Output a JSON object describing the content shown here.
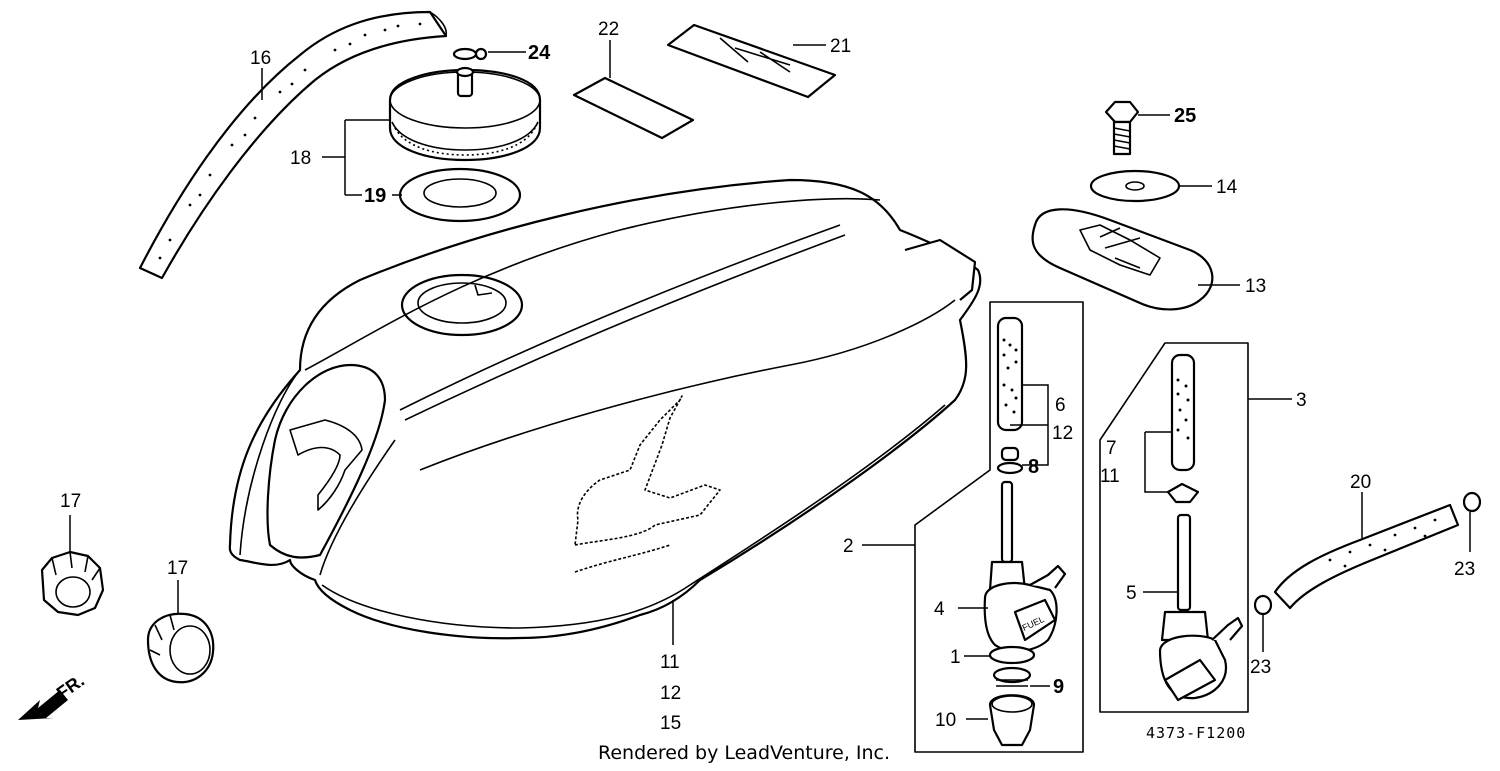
{
  "diagram_code": "4373-F1200",
  "credit": "Rendered by LeadVenture, Inc.",
  "direction_label": "FR.",
  "callouts": {
    "c1": "1",
    "c2": "2",
    "c3": "3",
    "c4": "4",
    "c5": "5",
    "c6": "6",
    "c7": "7",
    "c8": "8",
    "c9": "9",
    "c10": "10",
    "c11a": "11",
    "c11b": "11",
    "c12a": "12",
    "c12b": "12",
    "c13": "13",
    "c14": "14",
    "c15": "15",
    "c16": "16",
    "c17a": "17",
    "c17b": "17",
    "c18": "18",
    "c19": "19",
    "c20": "20",
    "c21": "21",
    "c22": "22",
    "c23a": "23",
    "c23b": "23",
    "c24": "24",
    "c25": "25"
  },
  "decal_text": "FUEL"
}
